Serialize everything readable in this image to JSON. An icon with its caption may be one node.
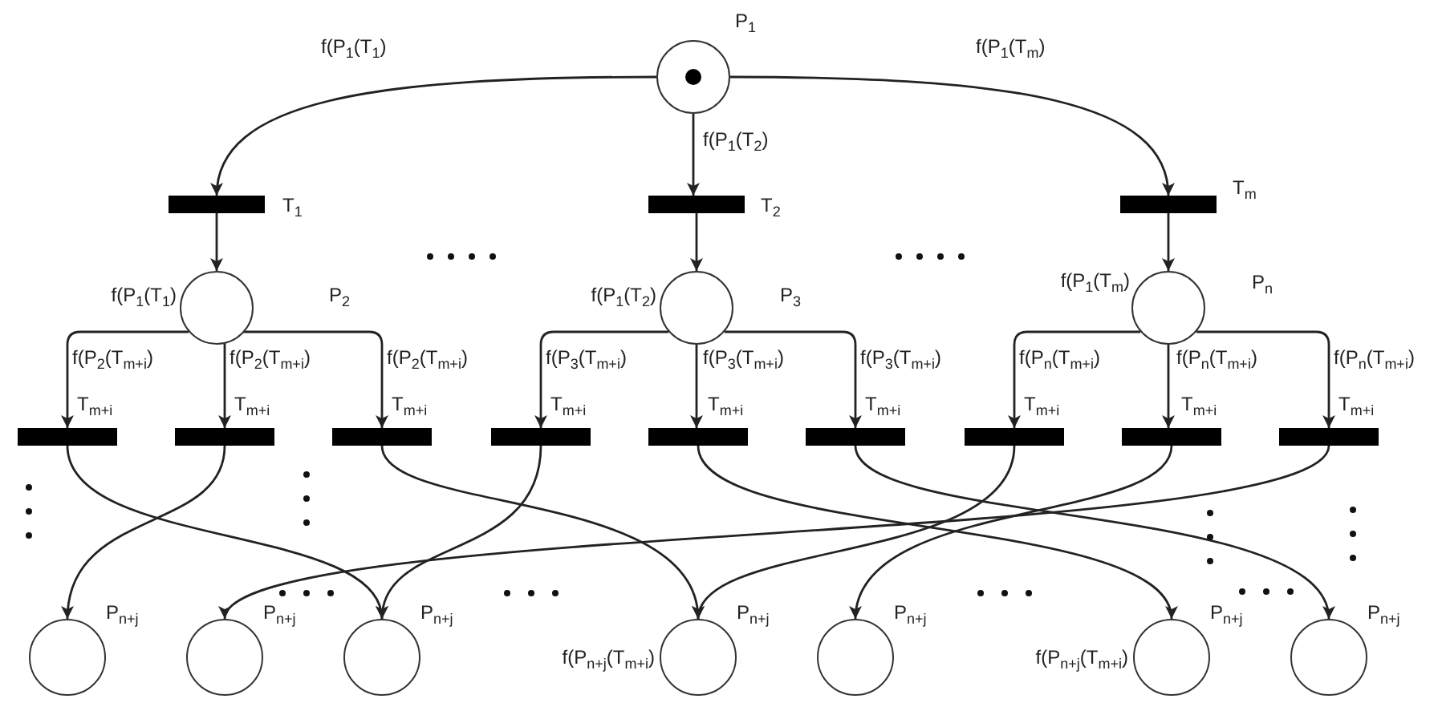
{
  "diagram": {
    "nodes": [
      {
        "text": [
          "P$_{1}$"
        ]
      },
      {
        "text": [
          "T$_{1}$"
        ]
      },
      {
        "text": [
          "T$_{2}$"
        ]
      },
      {
        "text": [
          "T$_{m}$"
        ]
      },
      {
        "text": [
          "P$_{2}$"
        ]
      },
      {
        "text": [
          "P$_{3}$"
        ]
      },
      {
        "text": [
          "P$_{n}$"
        ]
      },
      {
        "text": [
          "T$_{m+i}$"
        ]
      },
      {
        "text": [
          "T$_{m+i}$"
        ]
      },
      {
        "text": [
          "T$_{m+i}$"
        ]
      },
      {
        "text": [
          "T$_{m+i}$"
        ]
      },
      {
        "text": [
          "T$_{m+i}$"
        ]
      },
      {
        "text": [
          "T$_{m+i}$"
        ]
      },
      {
        "text": [
          "T$_{m+i}$"
        ]
      },
      {
        "text": [
          "T$_{m+i}$"
        ]
      },
      {
        "text": [
          "T$_{m+i}$"
        ]
      },
      {
        "text": [
          "P$_{n+j}$"
        ]
      },
      {
        "text": [
          "P$_{n+j}$"
        ]
      },
      {
        "text": [
          "P$_{n+j}$"
        ]
      },
      {
        "text": [
          "P$_{n+j}$"
        ],
        "beside": [
          "f(P$_{n+j}$(T$_{m+i}$)"
        ]
      },
      {
        "text": [
          "P$_{n+j}$"
        ]
      },
      {
        "text": [
          "P$_{n+j}$"
        ],
        "beside": [
          "f(P$_{n+j}$(T$_{m+i}$)"
        ]
      },
      {
        "text": [
          "P$_{n+j}$"
        ]
      }
    ],
    "edges": [
      {
        "from": 0,
        "to": 1,
        "arrow": "to",
        "label": "f(P$_{1}$(T$_{1}$)"
      },
      {
        "from": 0,
        "to": 2,
        "arrow": "to",
        "label": "f(P$_{1}$(T$_{2}$)"
      },
      {
        "from": 0,
        "to": 3,
        "arrow": "to",
        "label": "f(P$_{1}$(T$_{m}$)"
      },
      {
        "from": 1,
        "to": 4,
        "arrow": "to",
        "label": "f(P$_{1}$(T$_{1}$)"
      },
      {
        "from": 2,
        "to": 5,
        "arrow": "to",
        "label": "f(P$_{1}$(T$_{2}$)"
      },
      {
        "from": 3,
        "to": 6,
        "arrow": "to",
        "label": "f(P$_{1}$(T$_{m}$)"
      },
      {
        "from": 4,
        "to": 7,
        "arrow": "to",
        "label": "f(P$_{2}$(T$_{m+i}$)"
      },
      {
        "from": 4,
        "to": 8,
        "arrow": "to",
        "label": "f(P$_{2}$(T$_{m+i}$)"
      },
      {
        "from": 4,
        "to": 9,
        "arrow": "to",
        "label": "f(P$_{2}$(T$_{m+i}$)"
      },
      {
        "from": 5,
        "to": 10,
        "arrow": "to",
        "label": "f(P$_{3}$(T$_{m+i}$)"
      },
      {
        "from": 5,
        "to": 11,
        "arrow": "to",
        "label": "f(P$_{3}$(T$_{m+i}$)"
      },
      {
        "from": 5,
        "to": 12,
        "arrow": "to",
        "label": "f(P$_{3}$(T$_{m+i}$)"
      },
      {
        "from": 6,
        "to": 13,
        "arrow": "to",
        "label": "f(P$_{n}$(T$_{m+i}$)"
      },
      {
        "from": 6,
        "to": 14,
        "arrow": "to",
        "label": "f(P$_{n}$(T$_{m+i}$)"
      },
      {
        "from": 6,
        "to": 15,
        "arrow": "to",
        "label": "f(P$_{n}$(T$_{m+i}$)"
      },
      {
        "from": 7,
        "to": 18,
        "arrow": "to"
      },
      {
        "from": 8,
        "to": 16,
        "arrow": "to"
      },
      {
        "from": 9,
        "to": 19,
        "arrow": "to"
      },
      {
        "from": 10,
        "to": 18,
        "arrow": "to"
      },
      {
        "from": 11,
        "to": 21,
        "arrow": "to"
      },
      {
        "from": 12,
        "to": 22,
        "arrow": "to"
      },
      {
        "from": 13,
        "to": 19,
        "arrow": "to"
      },
      {
        "from": 14,
        "to": 20,
        "arrow": "to"
      },
      {
        "from": 15,
        "to": 17,
        "arrow": "to"
      }
    ]
  }
}
